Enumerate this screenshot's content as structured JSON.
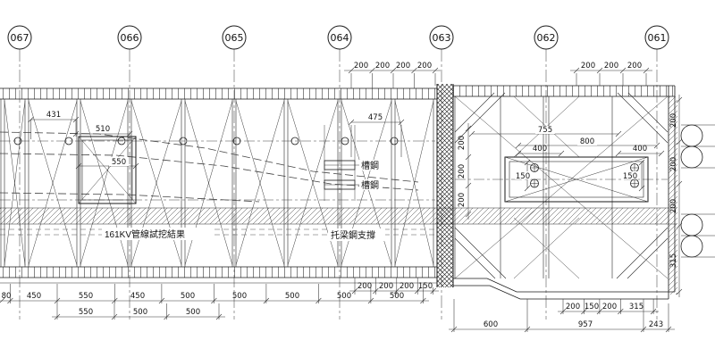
{
  "grid_bubbles": [
    "067",
    "066",
    "065",
    "064",
    "063",
    "062",
    "061"
  ],
  "notes": {
    "channel_steel_top": "槽鋼",
    "channel_steel_bottom": "槽鋼",
    "pipeline_note": "161KV管線試挖結果",
    "joist_support_note": "托梁鋼支撐"
  },
  "dims": {
    "top_left": [
      "200",
      "200",
      "200",
      "200"
    ],
    "top_right": [
      "200",
      "200",
      "200"
    ],
    "len_431": "431",
    "len_510": "510",
    "len_550_box": "550",
    "len_475": "475",
    "len_755": "755",
    "len_800": "800",
    "inner_400_left": "400",
    "inner_150_left": "150",
    "inner_400_right": "400",
    "inner_150_right": "150",
    "wall_side_vertical": [
      "200",
      "200",
      "200"
    ],
    "right_edge_vertical": [
      "200",
      "200",
      "200",
      "315"
    ],
    "bottom_mid": [
      "200",
      "200",
      "200",
      "150"
    ],
    "bottom_left_row1": [
      "80",
      "450",
      "550",
      "450",
      "500",
      "500",
      "500",
      "500",
      "500"
    ],
    "bottom_left_row2": [
      "550",
      "500",
      "500"
    ],
    "bottom_right_row1": [
      "200",
      "150",
      "200",
      "315"
    ],
    "bottom_right_row2": [
      "600",
      "957",
      "243"
    ]
  }
}
